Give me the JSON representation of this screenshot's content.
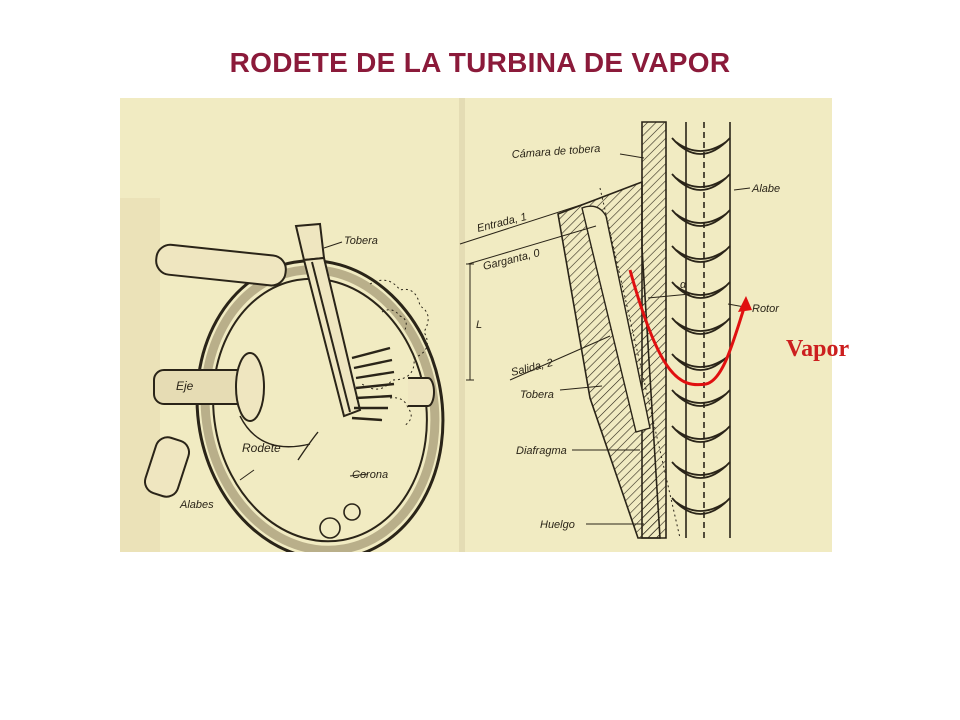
{
  "title": "RODETE DE LA TURBINA  DE  VAPOR",
  "colors": {
    "title": "#8b1a3a",
    "paper": "#f1ebc2",
    "ink": "#2a2418",
    "flow_arrow": "#e01010",
    "vapor_text": "#cc1f1f"
  },
  "left_labels": {
    "tobera": "Tobera",
    "eje": "Eje",
    "rodete": "Rodete",
    "corona": "Corona",
    "alabes": "Alabes"
  },
  "right_labels": {
    "camara": "Cámara de tobera",
    "alabe": "Alabe",
    "entrada": "Entrada, 1",
    "garganta": "Garganta, 0",
    "rotor": "Rotor",
    "salida": "Salida, 2",
    "tobera": "Tobera",
    "diafragma": "Diafragma",
    "huelgo": "Huelgo",
    "alpha": "α",
    "l": "L"
  },
  "vapor_label": "Vapor"
}
